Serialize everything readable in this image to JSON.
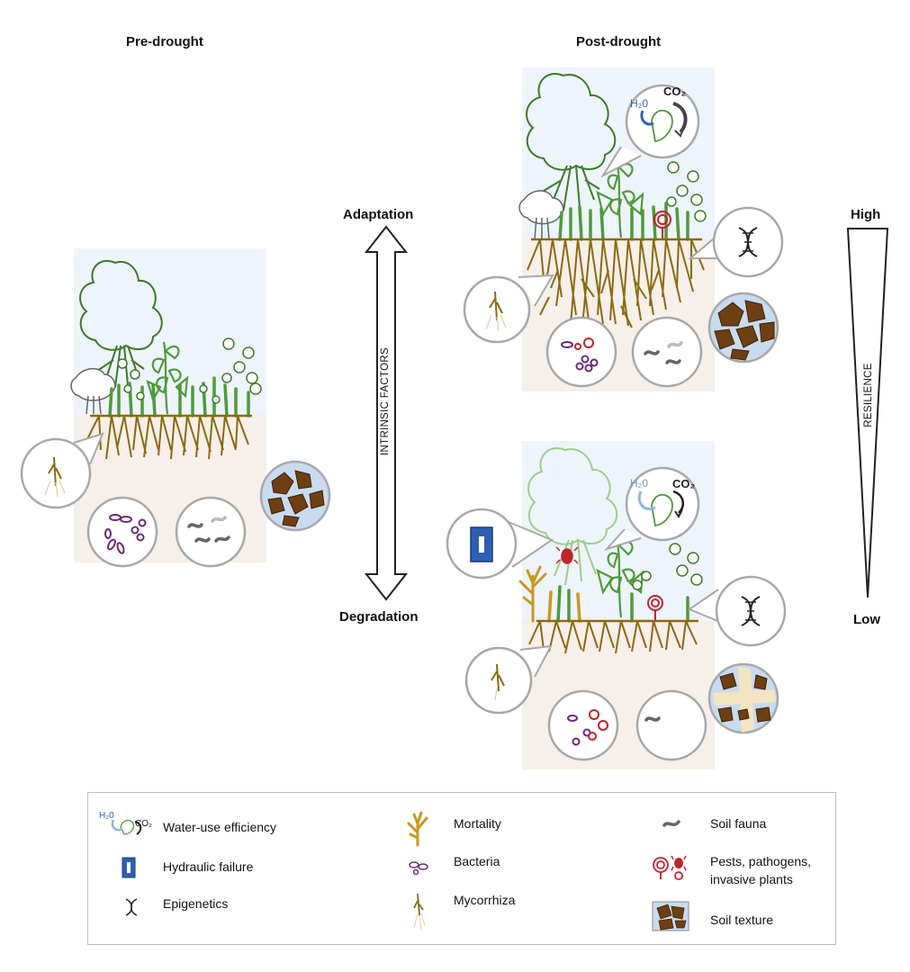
{
  "headings": {
    "pre": "Pre-drought",
    "post": "Post-drought"
  },
  "axis": {
    "top": "Adaptation",
    "bottom": "Degradation",
    "middle": "INTRINSIC FACTORS"
  },
  "resilience": {
    "high": "High",
    "low": "Low",
    "label": "RESILIENCE"
  },
  "bubble_text": {
    "h2o": "H₂0",
    "co2": "CO₂"
  },
  "legend": {
    "items": [
      {
        "label": "Water-use efficiency",
        "icon": "water-use-efficiency-icon"
      },
      {
        "label": "Hydraulic failure",
        "icon": "hydraulic-failure-icon"
      },
      {
        "label": "Epigenetics",
        "icon": "dna-icon"
      },
      {
        "label": "Mortality",
        "icon": "dead-tree-icon"
      },
      {
        "label": "Bacteria",
        "icon": "bacteria-icon"
      },
      {
        "label": "Mycorrhiza",
        "icon": "mycorrhiza-icon"
      },
      {
        "label": "Soil fauna",
        "icon": "worm-icon"
      },
      {
        "label": "Pests, pathogens,",
        "label2": "invasive plants",
        "icon": "pest-icon"
      },
      {
        "label": "Soil texture",
        "icon": "soil-texture-icon"
      }
    ],
    "icon_h2o": "H₂0",
    "icon_co2": "CO₂"
  },
  "colors": {
    "sky": "#eef4fb",
    "soil": "#f7efe9",
    "tree_outline": "#3e7a2a",
    "grass": "#4f9a3a",
    "root": "#8b6a12",
    "bubble": "#a8a8a8",
    "pest_red": "#c0242c",
    "hydraulic_blue": "#2f5fb3",
    "mortality_gold": "#c89a1e",
    "bacteria_purple": "#6a2a7a"
  }
}
